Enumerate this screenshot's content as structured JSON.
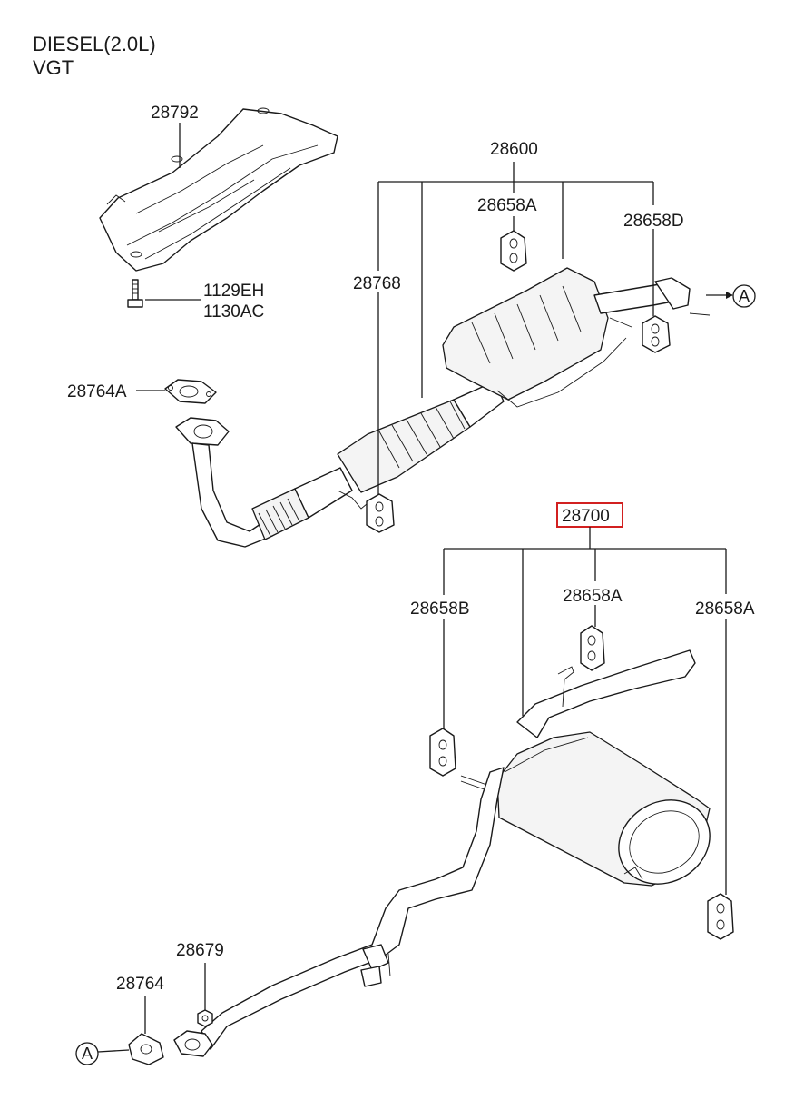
{
  "header": {
    "line1": "DIESEL(2.0L)",
    "line2": "VGT"
  },
  "callouts": {
    "c28792": "28792",
    "c1129eh": "1129EH",
    "c1130ac": "1130AC",
    "c28600": "28600",
    "c28658a_top": "28658A",
    "c28658d": "28658D",
    "c28768": "28768",
    "c28764a": "28764A",
    "c28700": "28700",
    "c28658b": "28658B",
    "c28658a_mid": "28658A",
    "c28658a_right": "28658A",
    "c28679": "28679",
    "c28764": "28764"
  },
  "connectors": {
    "top_a": "A",
    "bottom_a": "A"
  },
  "highlight_color": "#d22020"
}
